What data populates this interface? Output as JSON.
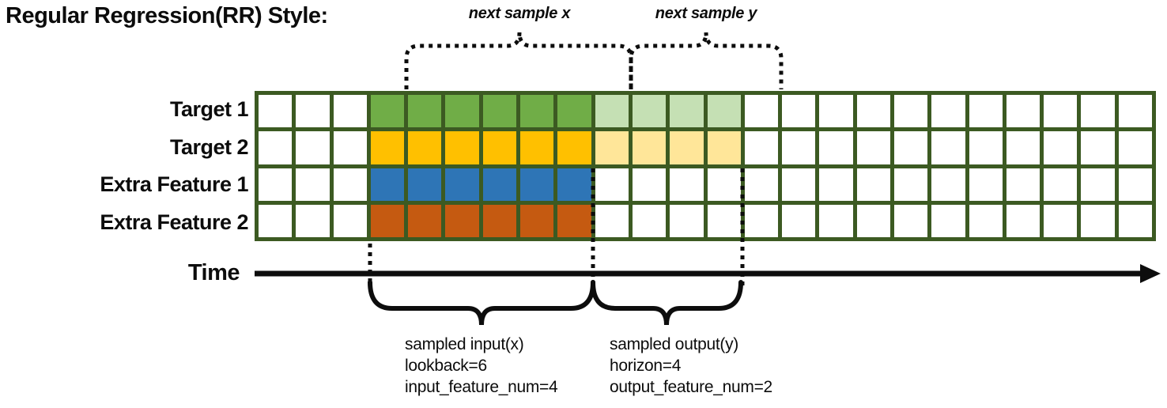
{
  "title": "Regular Regression(RR) Style:",
  "annotations": {
    "next_sample_x": "next sample x",
    "next_sample_y": "next sample y"
  },
  "time_axis": {
    "label": "Time"
  },
  "grid": {
    "columns": 24,
    "palette": {
      "green": "#70AD47",
      "light_green": "#C5E0B4",
      "yellow": "#FFC000",
      "light_yellow": "#FFE699",
      "blue": "#2E75B6",
      "orange": "#C55A11",
      "border": "#3C5A22"
    },
    "rows": [
      {
        "label": "Target 1",
        "cells": [
          "",
          "",
          "",
          "green",
          "green",
          "green",
          "green",
          "green",
          "green",
          "light_green",
          "light_green",
          "light_green",
          "light_green",
          "",
          "",
          "",
          "",
          "",
          "",
          "",
          "",
          "",
          "",
          ""
        ]
      },
      {
        "label": "Target 2",
        "cells": [
          "",
          "",
          "",
          "yellow",
          "yellow",
          "yellow",
          "yellow",
          "yellow",
          "yellow",
          "light_yellow",
          "light_yellow",
          "light_yellow",
          "light_yellow",
          "",
          "",
          "",
          "",
          "",
          "",
          "",
          "",
          "",
          "",
          ""
        ]
      },
      {
        "label": "Extra Feature 1",
        "cells": [
          "",
          "",
          "",
          "blue",
          "blue",
          "blue",
          "blue",
          "blue",
          "blue",
          "",
          "",
          "",
          "",
          "",
          "",
          "",
          "",
          "",
          "",
          "",
          "",
          "",
          "",
          ""
        ]
      },
      {
        "label": "Extra Feature 2",
        "cells": [
          "",
          "",
          "",
          "orange",
          "orange",
          "orange",
          "orange",
          "orange",
          "orange",
          "",
          "",
          "",
          "",
          "",
          "",
          "",
          "",
          "",
          "",
          "",
          "",
          "",
          "",
          ""
        ]
      }
    ]
  },
  "sample_annotations": {
    "input": {
      "lines": [
        "sampled input(x)",
        "lookback=6",
        "input_feature_num=4"
      ]
    },
    "output": {
      "lines": [
        "sampled output(y)",
        "horizon=4",
        "output_feature_num=2"
      ]
    }
  }
}
